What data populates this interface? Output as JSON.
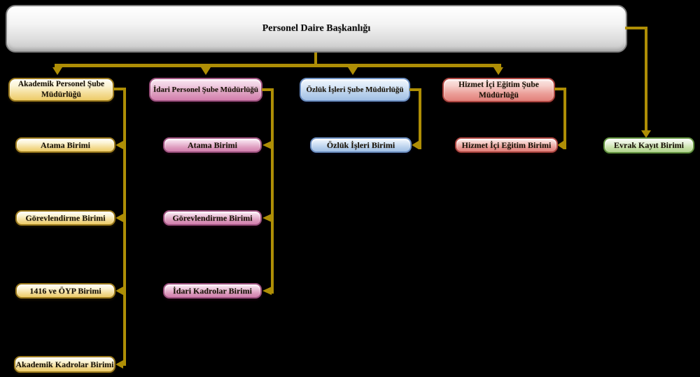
{
  "root": {
    "label": "Personel Daire Başkanlığı"
  },
  "columns": [
    {
      "theme": "yellow",
      "header": "Akademik Personel Şube Müdürlüğü",
      "children": [
        "Atama Birimi",
        "Görevlendirme Birimi",
        "1416 ve ÖYP Birimi",
        "Akademik Kadrolar Birimi"
      ]
    },
    {
      "theme": "pink",
      "header": "İdari  Personel Şube Müdürlüğü",
      "children": [
        "Atama Birimi",
        "Görevlendirme Birimi",
        "İdari Kadrolar Birimi"
      ]
    },
    {
      "theme": "blue",
      "header": "Özlük İşleri Şube Müdürlüğü",
      "children": [
        "Özlük İşleri Birimi"
      ]
    },
    {
      "theme": "red",
      "header": "Hizmet İçi Eğitim Şube Müdürlüğü",
      "children": [
        "Hizmet İçi Eğitim Birimi"
      ]
    }
  ],
  "standalone": {
    "theme": "green",
    "label": "Evrak Kayıt Birimi"
  },
  "colors": {
    "background": "#000000",
    "connector": "#AE8E06",
    "root": {
      "fill_top": "#FFFFFF",
      "fill_bottom": "#C6C6C6",
      "border": "#7F7F7F"
    },
    "yellow": {
      "fill_top": "#FCF5D8",
      "fill_bottom": "#EDCB68",
      "border": "#9C7B1E"
    },
    "pink": {
      "fill_top": "#F0CDE1",
      "fill_bottom": "#D27FAD",
      "border": "#9E5380"
    },
    "blue": {
      "fill_top": "#DCE9F8",
      "fill_bottom": "#A2C0E5",
      "border": "#6D90C2"
    },
    "red": {
      "fill_top": "#F6D0CB",
      "fill_bottom": "#E2817B",
      "border": "#AE4742"
    },
    "green": {
      "fill_top": "#EAF4DF",
      "fill_bottom": "#B3D591",
      "border": "#649441"
    }
  }
}
